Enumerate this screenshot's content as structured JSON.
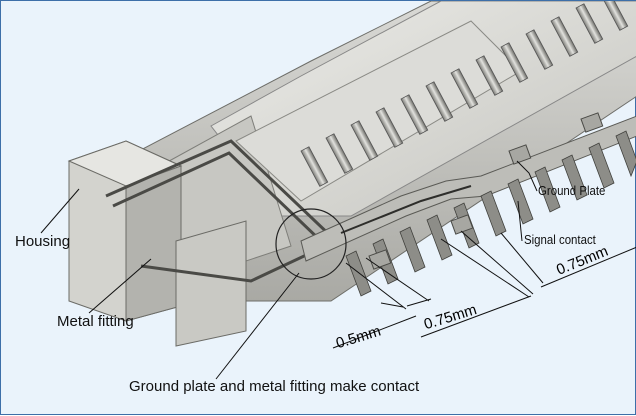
{
  "labels": {
    "housing": "Housing",
    "metal_fitting": "Metal fitting",
    "caption": "Ground plate and metal fitting make contact",
    "ground_plate": "Ground Plate",
    "signal_contact": "Signal contact"
  },
  "dimensions": {
    "pitch_small": "0.5mm",
    "pitch_large_1": "0.75mm",
    "pitch_large_2": "0.75mm"
  },
  "colors": {
    "frame_border": "#3d6fa8",
    "frame_background": "#eaf3fb"
  }
}
